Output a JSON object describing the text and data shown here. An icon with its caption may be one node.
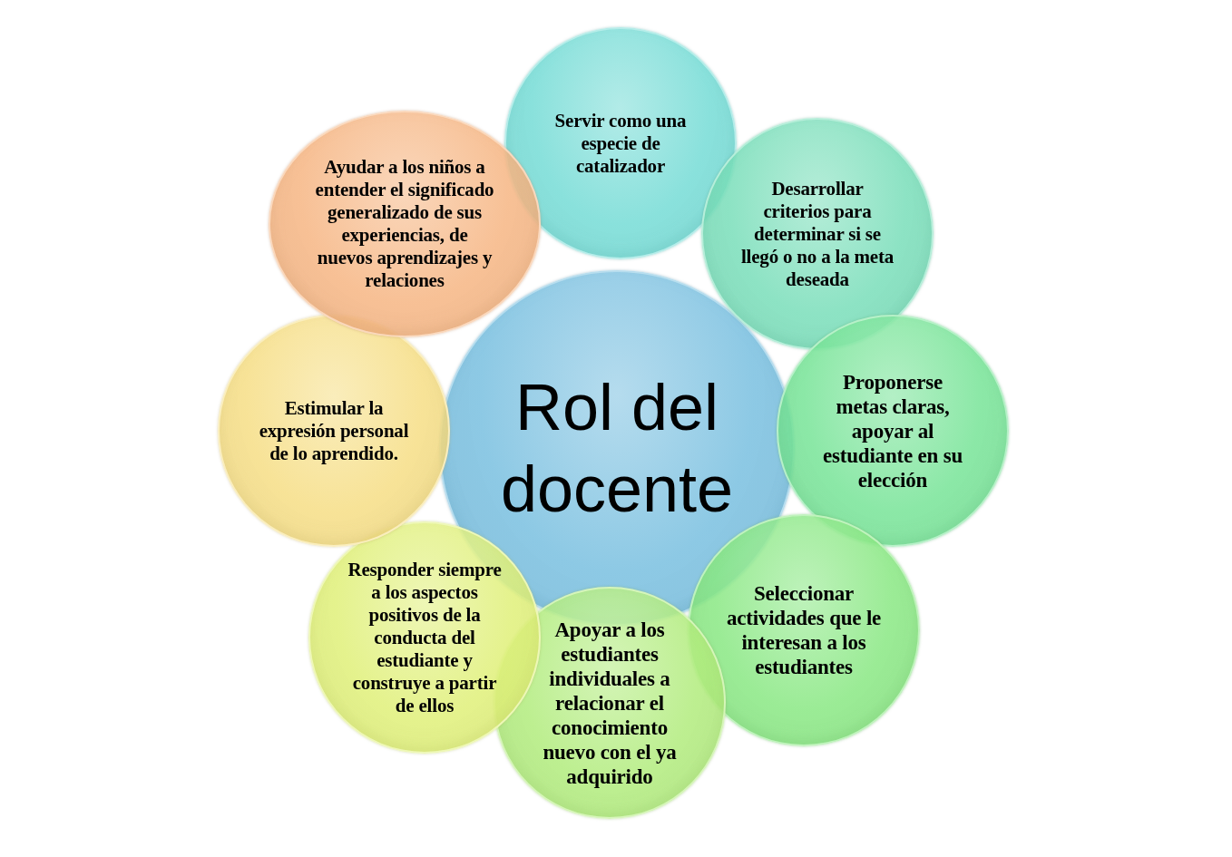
{
  "diagram": {
    "nodes": [
      {
        "text": [
          "Rol del docente"
        ]
      },
      {
        "text": [
          "Servir como una especie de catalizador"
        ]
      },
      {
        "text": [
          "Desarrollar criterios para determinar si se llegó o no a la meta deseada"
        ]
      },
      {
        "text": [
          "Proponerse metas claras, apoyar al estudiante en su elección"
        ]
      },
      {
        "text": [
          "Seleccionar actividades que le interesan a los estudiantes"
        ]
      },
      {
        "text": [
          "Apoyar a los estudiantes individuales a relacionar el conocimiento nuevo con el ya adquirido"
        ]
      },
      {
        "text": [
          "Responder siempre a los aspectos positivos de la conducta del estudiante y construye a partir de ellos"
        ]
      },
      {
        "text": [
          "Estimular la expresión personal de lo aprendido."
        ]
      },
      {
        "text": [
          "Ayudar a los niños a entender el significado generalizado de sus experiencias, de nuevos aprendizajes y relaciones"
        ]
      }
    ]
  }
}
